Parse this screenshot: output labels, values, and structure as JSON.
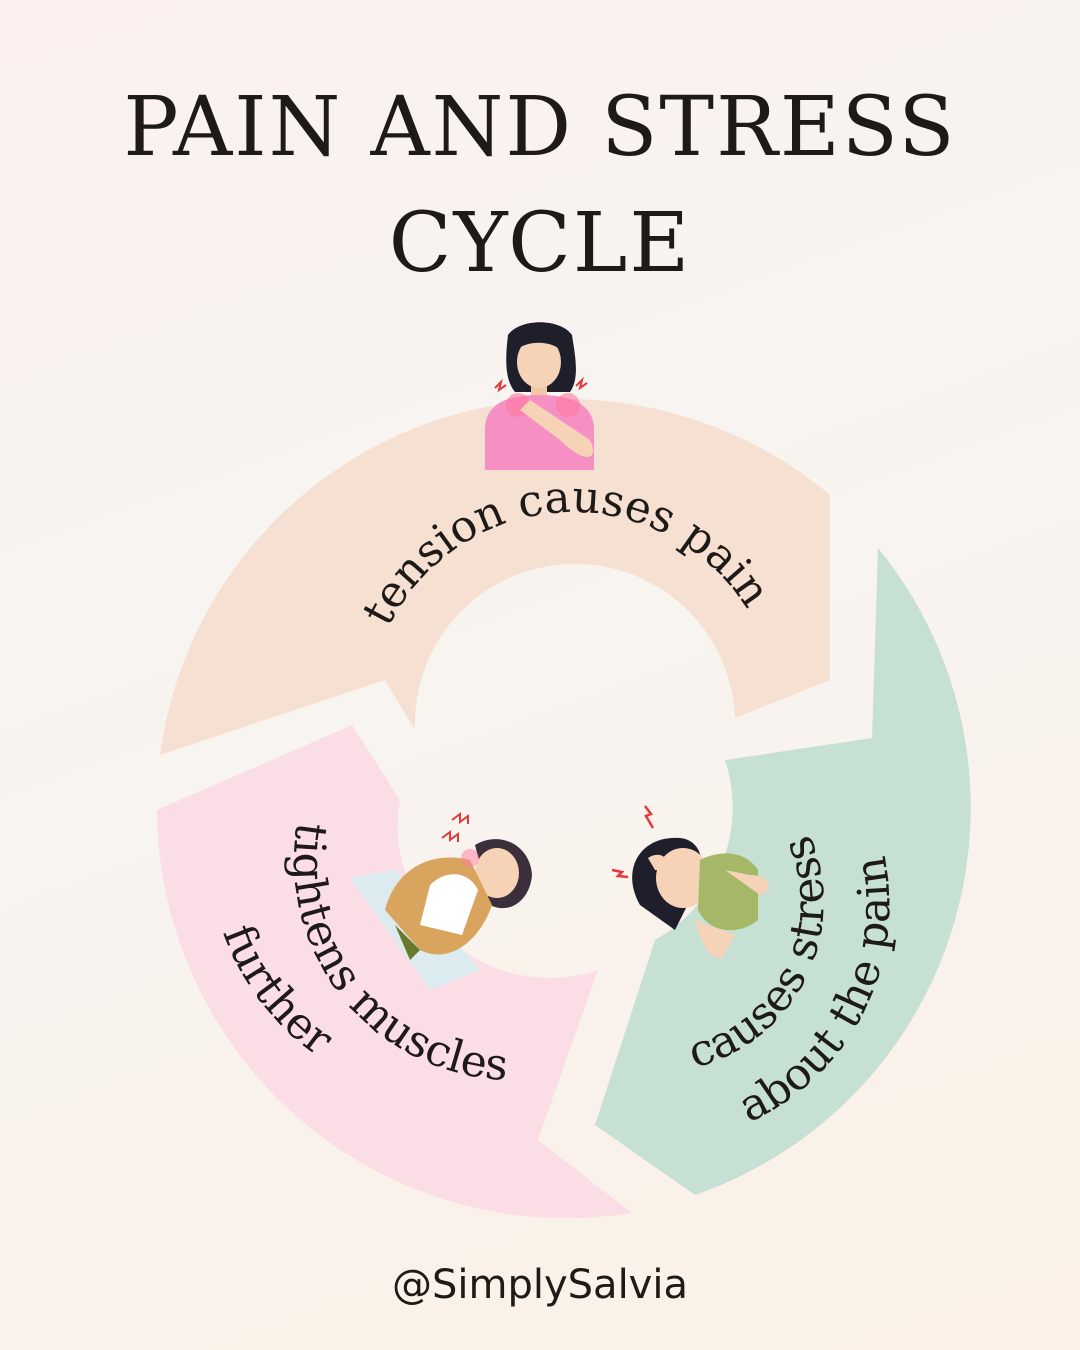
{
  "title": {
    "line1": "PAIN AND STRESS",
    "line2": "CYCLE"
  },
  "cycle": {
    "segments": [
      {
        "id": "tension",
        "label": "tension causes pain",
        "color": "#f6e0d1"
      },
      {
        "id": "stress",
        "label_line1": "causes stress",
        "label_line2": "about the pain",
        "color": "#c7e0d4"
      },
      {
        "id": "tighten",
        "label_line1": "tightens muscles",
        "label_line2": "further",
        "color": "#fbdde6"
      }
    ],
    "icons": [
      "woman-shoulder-pain-icon",
      "woman-headache-icon",
      "woman-neck-pain-icon"
    ]
  },
  "footer": {
    "handle": "@SimplySalvia"
  }
}
